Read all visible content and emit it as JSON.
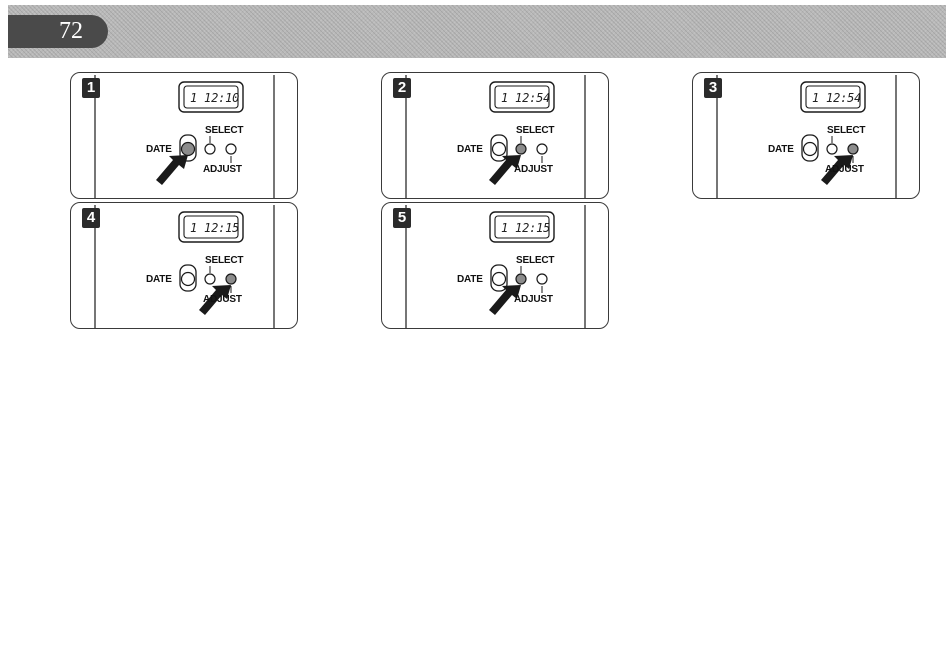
{
  "page": {
    "number": "72"
  },
  "labels": {
    "date": "DATE",
    "select": "SELECT",
    "adjust": "ADJUST"
  },
  "panels": [
    {
      "step": "1",
      "lcd": "1 12:10",
      "pressed": "date"
    },
    {
      "step": "2",
      "lcd": "1 12:54",
      "pressed": "select"
    },
    {
      "step": "3",
      "lcd": "1 12:54",
      "pressed": "adjust"
    },
    {
      "step": "4",
      "lcd": "1 12:15",
      "pressed": "adjust"
    },
    {
      "step": "5",
      "lcd": "1 12:15",
      "pressed": "select"
    }
  ],
  "colors": {
    "tab": "#4a4a4a",
    "header": "#b9b9b9",
    "pressed": "#8c8c8c",
    "ink": "#1a1a1a"
  }
}
